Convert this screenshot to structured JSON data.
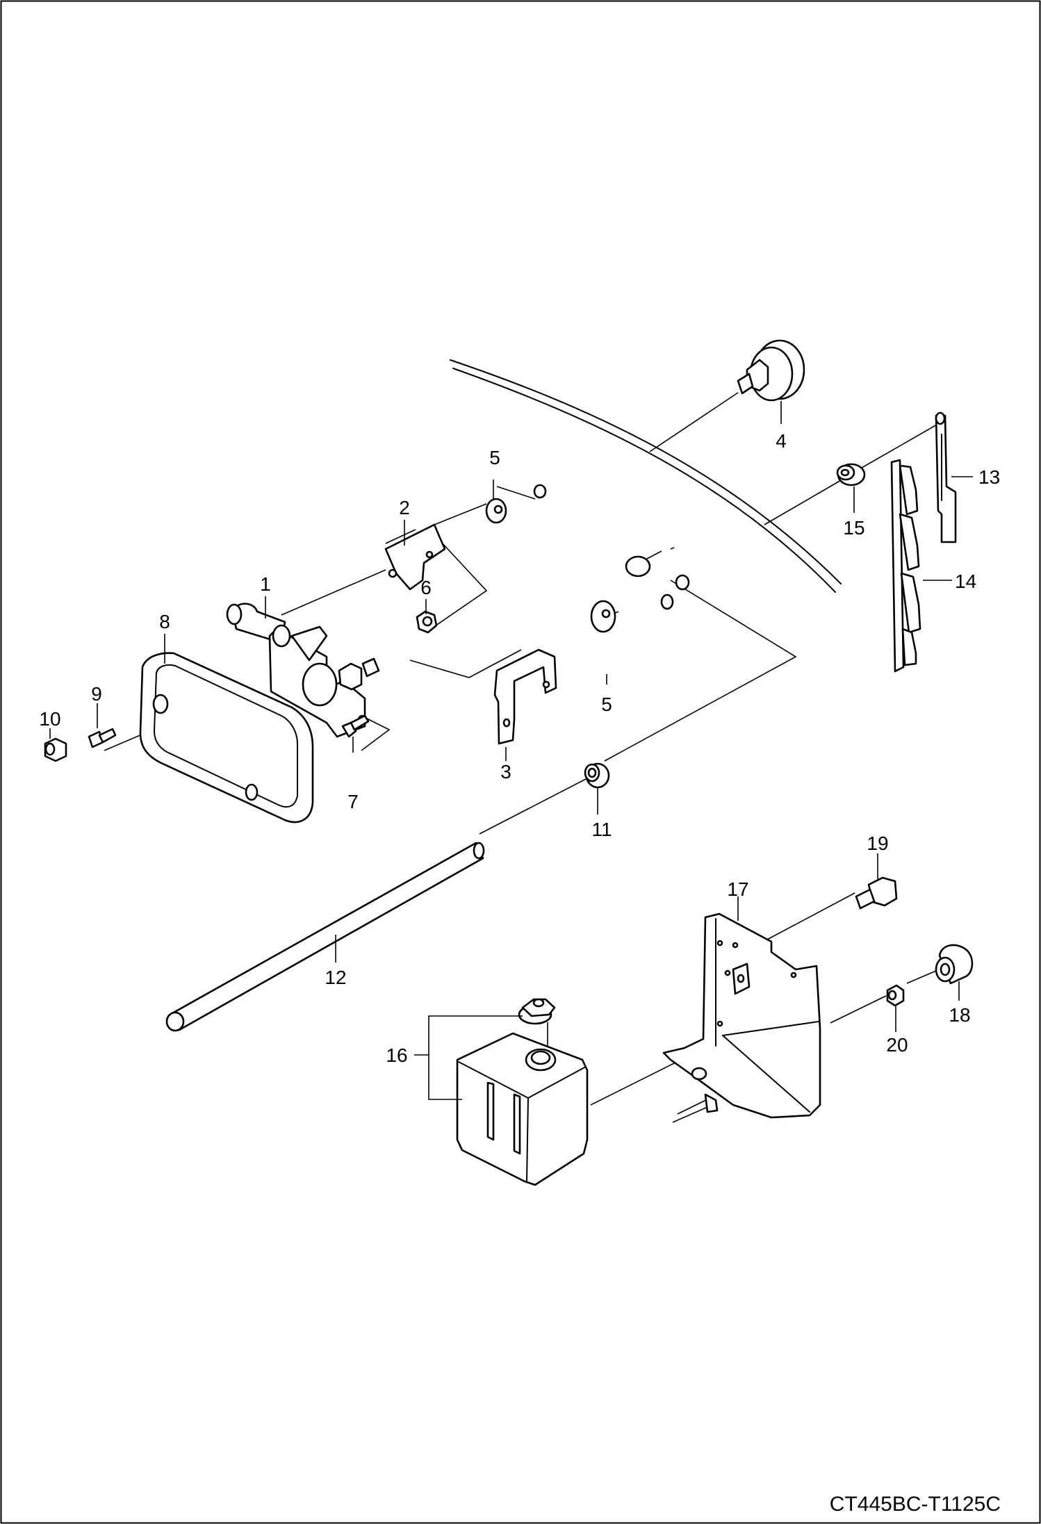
{
  "diagram": {
    "drawing_id": "CT445BC-T1125C",
    "callouts": [
      {
        "id": "1",
        "label": "1"
      },
      {
        "id": "2",
        "label": "2"
      },
      {
        "id": "3",
        "label": "3"
      },
      {
        "id": "4",
        "label": "4"
      },
      {
        "id": "5a",
        "label": "5"
      },
      {
        "id": "5b",
        "label": "5"
      },
      {
        "id": "6",
        "label": "6"
      },
      {
        "id": "7",
        "label": "7"
      },
      {
        "id": "8",
        "label": "8"
      },
      {
        "id": "9",
        "label": "9"
      },
      {
        "id": "10",
        "label": "10"
      },
      {
        "id": "11",
        "label": "11"
      },
      {
        "id": "12",
        "label": "12"
      },
      {
        "id": "13",
        "label": "13"
      },
      {
        "id": "14",
        "label": "14"
      },
      {
        "id": "15",
        "label": "15"
      },
      {
        "id": "16",
        "label": "16"
      },
      {
        "id": "17",
        "label": "17"
      },
      {
        "id": "18",
        "label": "18"
      },
      {
        "id": "19",
        "label": "19"
      },
      {
        "id": "20",
        "label": "20"
      }
    ]
  }
}
